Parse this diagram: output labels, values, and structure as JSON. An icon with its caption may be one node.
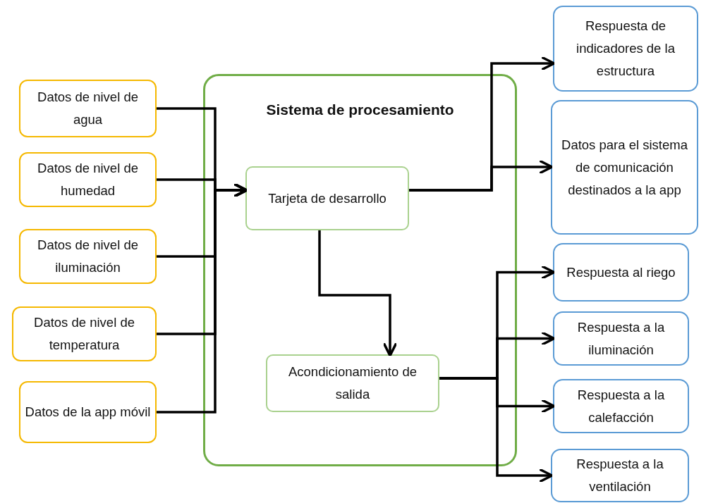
{
  "diagram": {
    "nodes": [
      {
        "text": [
          "Datos de nivel de agua"
        ]
      },
      {
        "text": [
          "Datos de nivel de humedad"
        ]
      },
      {
        "text": [
          "Datos de nivel de iluminación"
        ]
      },
      {
        "text": [
          "Datos de nivel de temperatura"
        ]
      },
      {
        "text": [
          "Datos de la app móvil"
        ]
      },
      {
        "text": [
          "Sistema de procesamiento"
        ]
      },
      {
        "text": [
          "Tarjeta de desarrollo"
        ],
        "in": 5
      },
      {
        "text": [
          "Acondicionamiento de salida"
        ],
        "in": 5
      },
      {
        "text": [
          "Respuesta de indicadores de la estructura"
        ]
      },
      {
        "text": [
          "Datos para el sistema de comunicación destinados a la app"
        ]
      },
      {
        "text": [
          "Respuesta al riego"
        ]
      },
      {
        "text": [
          "Respuesta a la iluminación"
        ]
      },
      {
        "text": [
          "Respuesta a la calefacción"
        ]
      },
      {
        "text": [
          "Respuesta a la ventilación"
        ]
      }
    ],
    "edges": [
      {
        "from": 0,
        "to": 6,
        "arrow": "to"
      },
      {
        "from": 1,
        "to": 6,
        "arrow": "to"
      },
      {
        "from": 2,
        "to": 6,
        "arrow": "to"
      },
      {
        "from": 3,
        "to": 6,
        "arrow": "to"
      },
      {
        "from": 4,
        "to": 6,
        "arrow": "to"
      },
      {
        "from": 6,
        "to": 8,
        "arrow": "to"
      },
      {
        "from": 6,
        "to": 9,
        "arrow": "to"
      },
      {
        "from": 6,
        "to": 7,
        "arrow": "to"
      },
      {
        "from": 7,
        "to": 10,
        "arrow": "to"
      },
      {
        "from": 7,
        "to": 11,
        "arrow": "to"
      },
      {
        "from": 7,
        "to": 12,
        "arrow": "to"
      },
      {
        "from": 7,
        "to": 13,
        "arrow": "to"
      }
    ]
  }
}
